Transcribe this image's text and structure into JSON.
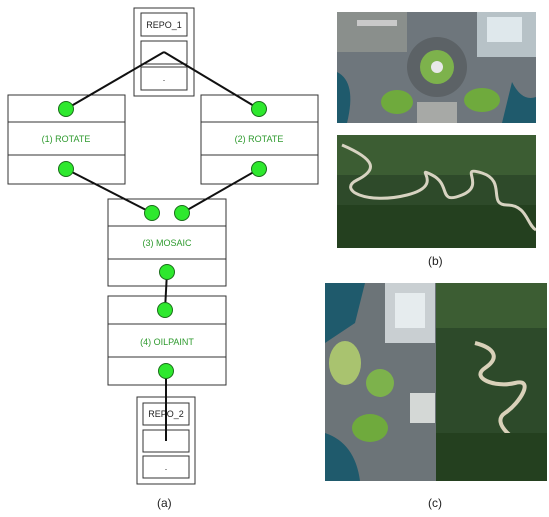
{
  "diagram": {
    "repo_top": {
      "label": "REPO_1",
      "dot": "."
    },
    "repo_bottom": {
      "label": "REPO_2",
      "dot": "."
    },
    "nodes": {
      "rotate_1": "(1) ROTATE",
      "rotate_2": "(2) ROTATE",
      "mosaic": "(3) MOSAIC",
      "oilpaint": "(4) OILPAINT"
    },
    "port_color": "#2ee82e",
    "label_color": "#2e9a2e"
  },
  "captions": {
    "a": "(a)",
    "b": "(b)",
    "c": "(c)"
  }
}
